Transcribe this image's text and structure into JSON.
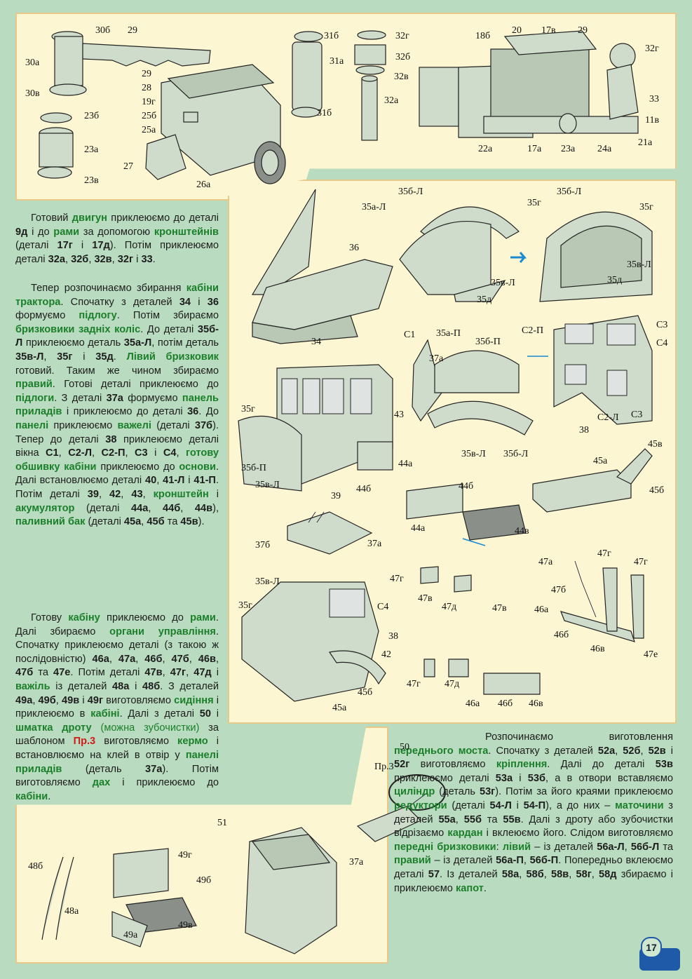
{
  "page_number": "17",
  "text_blocks": {
    "engine": [
      {
        "t": "Готовий "
      },
      {
        "k": "двигун"
      },
      {
        "t": " приклеюємо до деталі "
      },
      {
        "b": "9д"
      },
      {
        "t": " і до "
      },
      {
        "k": "рами"
      },
      {
        "t": " за допомогою "
      },
      {
        "k": "кронштейнів"
      },
      {
        "t": " (деталі "
      },
      {
        "b": "17г"
      },
      {
        "t": " і "
      },
      {
        "b": "17д"
      },
      {
        "t": "). Потім приклеюємо деталі "
      },
      {
        "b": "32а"
      },
      {
        "t": ", "
      },
      {
        "b": "32б"
      },
      {
        "t": ", "
      },
      {
        "b": "32в"
      },
      {
        "t": ", "
      },
      {
        "b": "32г"
      },
      {
        "t": " і "
      },
      {
        "b": "33"
      },
      {
        "t": "."
      }
    ],
    "cabin": [
      {
        "t": "Тепер розпочинаємо збирання "
      },
      {
        "k": "кабіни трактора"
      },
      {
        "t": ". Спочатку з деталей "
      },
      {
        "b": "34"
      },
      {
        "t": " і "
      },
      {
        "b": "36"
      },
      {
        "t": " формуємо "
      },
      {
        "k": "підлогу"
      },
      {
        "t": ". Потім збираємо "
      },
      {
        "k": "бризковики задніх коліс"
      },
      {
        "t": ". До деталі "
      },
      {
        "b": "35б-Л"
      },
      {
        "t": " приклеюємо деталь "
      },
      {
        "b": "35а-Л"
      },
      {
        "t": ", потім деталь "
      },
      {
        "b": "35в-Л"
      },
      {
        "t": ", "
      },
      {
        "b": "35г"
      },
      {
        "t": " і "
      },
      {
        "b": "35д"
      },
      {
        "t": ". "
      },
      {
        "k": "Лівий бризковик"
      },
      {
        "t": " готовий. Таким же чином збираємо "
      },
      {
        "k": "правий"
      },
      {
        "t": ". Готові деталі приклеюємо до "
      },
      {
        "k": "підлоги"
      },
      {
        "t": ". З деталі "
      },
      {
        "b": "37а"
      },
      {
        "t": " формуємо "
      },
      {
        "k": "панель приладів"
      },
      {
        "t": " і приклеюємо до деталі "
      },
      {
        "b": "36"
      },
      {
        "t": ". До "
      },
      {
        "k": "панелі"
      },
      {
        "t": " приклеюємо "
      },
      {
        "k": "важелі"
      },
      {
        "t": " (деталі "
      },
      {
        "b": "37б"
      },
      {
        "t": "). Тепер до деталі "
      },
      {
        "b": "38"
      },
      {
        "t": " приклеюємо деталі вікна "
      },
      {
        "b": "С1"
      },
      {
        "t": ", "
      },
      {
        "b": "С2-Л"
      },
      {
        "t": ", "
      },
      {
        "b": "С2-П"
      },
      {
        "t": ", "
      },
      {
        "b": "С3"
      },
      {
        "t": " і "
      },
      {
        "b": "С4"
      },
      {
        "t": ", "
      },
      {
        "k": "готову обшивку кабіни"
      },
      {
        "t": " приклеюємо до "
      },
      {
        "k": "основи"
      },
      {
        "t": ". Далі встановлюємо деталі "
      },
      {
        "b": "40"
      },
      {
        "t": ", "
      },
      {
        "b": "41-Л"
      },
      {
        "t": " і "
      },
      {
        "b": "41-П"
      },
      {
        "t": ". Потім деталі "
      },
      {
        "b": "39"
      },
      {
        "t": ", "
      },
      {
        "b": "42"
      },
      {
        "t": ", "
      },
      {
        "b": "43"
      },
      {
        "t": ", "
      },
      {
        "k": "кронштейн"
      },
      {
        "t": " і "
      },
      {
        "k": "акумулятор"
      },
      {
        "t": " (деталі "
      },
      {
        "b": "44а"
      },
      {
        "t": ", "
      },
      {
        "b": "44б"
      },
      {
        "t": ", "
      },
      {
        "b": "44в"
      },
      {
        "t": "), "
      },
      {
        "k": "паливний бак"
      },
      {
        "t": " (деталі "
      },
      {
        "b": "45а"
      },
      {
        "t": ", "
      },
      {
        "b": "45б"
      },
      {
        "t": " та "
      },
      {
        "b": "45в"
      },
      {
        "t": ")."
      }
    ],
    "controls": [
      {
        "t": "Готову "
      },
      {
        "k": "кабіну"
      },
      {
        "t": " приклеюємо до "
      },
      {
        "k": "рами"
      },
      {
        "t": ". Далі збираємо "
      },
      {
        "k": "органи управління"
      },
      {
        "t": ". Спочатку приклеюємо деталі (з такою ж послідовністю) "
      },
      {
        "b": "46а"
      },
      {
        "t": ", "
      },
      {
        "b": "47а"
      },
      {
        "t": ", "
      },
      {
        "b": "46б"
      },
      {
        "t": ", "
      },
      {
        "b": "47б"
      },
      {
        "t": ", "
      },
      {
        "b": "46в"
      },
      {
        "t": ", "
      },
      {
        "b": "47б"
      },
      {
        "t": " та "
      },
      {
        "b": "47е"
      },
      {
        "t": ". Потім деталі "
      },
      {
        "b": "47в"
      },
      {
        "t": ", "
      },
      {
        "b": "47г"
      },
      {
        "t": ", "
      },
      {
        "b": "47д"
      },
      {
        "t": " і "
      },
      {
        "k": "важіль"
      },
      {
        "t": " із деталей "
      },
      {
        "b": "48а"
      },
      {
        "t": " і "
      },
      {
        "b": "48б"
      },
      {
        "t": ". З деталей "
      },
      {
        "b": "49а"
      },
      {
        "t": ", "
      },
      {
        "b": "49б"
      },
      {
        "t": ", "
      },
      {
        "b": "49в"
      },
      {
        "t": " і "
      },
      {
        "b": "49г"
      },
      {
        "t": " виготовляємо "
      },
      {
        "k": "сидіння"
      },
      {
        "t": " і приклеюємо в "
      },
      {
        "k": "кабіні"
      },
      {
        "t": ". Далі з деталі "
      },
      {
        "b": "50"
      },
      {
        "t": " і "
      },
      {
        "k": "шматка дроту"
      },
      {
        "g": " (можна зубочистки)"
      },
      {
        "t": " за шаблоном "
      },
      {
        "r": "Пр.3"
      },
      {
        "t": " виготовляємо "
      },
      {
        "k": "кермо"
      },
      {
        "t": " і встановлюємо на клей в отвір у "
      },
      {
        "k": "панелі приладів"
      },
      {
        "t": " (деталь "
      },
      {
        "b": "37а"
      },
      {
        "t": "). Потім виготовляємо "
      },
      {
        "k": "дах"
      },
      {
        "t": " і приклеюємо до "
      },
      {
        "k": "кабіни"
      },
      {
        "t": "."
      }
    ],
    "front_axle": [
      {
        "t": "Розпочинаємо виготовлення "
      },
      {
        "k": "переднього моста"
      },
      {
        "t": ". Спочатку з деталей "
      },
      {
        "b": "52а"
      },
      {
        "t": ", "
      },
      {
        "b": "52б"
      },
      {
        "t": ", "
      },
      {
        "b": "52в"
      },
      {
        "t": " і "
      },
      {
        "b": "52г"
      },
      {
        "t": " виготовляємо "
      },
      {
        "k": "кріплення"
      },
      {
        "t": ". Далі до деталі "
      },
      {
        "b": "53в"
      },
      {
        "t": " приклеюємо деталі "
      },
      {
        "b": "53а"
      },
      {
        "t": " і "
      },
      {
        "b": "53б"
      },
      {
        "t": ", а в отвори вставляємо "
      },
      {
        "k": "циліндр"
      },
      {
        "t": " (деталь "
      },
      {
        "b": "53г"
      },
      {
        "t": "). Потім за його краями приклеюємо "
      },
      {
        "k": "редуктори"
      },
      {
        "t": " (деталі "
      },
      {
        "b": "54-Л"
      },
      {
        "t": " і "
      },
      {
        "b": "54-П"
      },
      {
        "t": "), а до них – "
      },
      {
        "k": "маточини"
      },
      {
        "t": " з деталей "
      },
      {
        "b": "55а"
      },
      {
        "t": ", "
      },
      {
        "b": "55б"
      },
      {
        "t": " та "
      },
      {
        "b": "55в"
      },
      {
        "t": ". Далі з дроту або зубочистки відрізаємо "
      },
      {
        "k": "кардан"
      },
      {
        "t": " і вклеюємо його. Слідом виготовляємо "
      },
      {
        "k": "передні бризковики"
      },
      {
        "t": ": "
      },
      {
        "k": "лівий"
      },
      {
        "t": " – із деталей "
      },
      {
        "b": "56а-Л"
      },
      {
        "t": ", "
      },
      {
        "b": "56б-Л"
      },
      {
        "t": " та "
      },
      {
        "k": "правий"
      },
      {
        "t": " – із деталей "
      },
      {
        "b": "56а-П"
      },
      {
        "t": ", "
      },
      {
        "b": "56б-П"
      },
      {
        "t": ". Попередньо вклеюємо деталі "
      },
      {
        "b": "57"
      },
      {
        "t": ". Із деталей "
      },
      {
        "b": "58а"
      },
      {
        "t": ", "
      },
      {
        "b": "58б"
      },
      {
        "t": ", "
      },
      {
        "b": "58в"
      },
      {
        "t": ", "
      },
      {
        "b": "58г"
      },
      {
        "t": ", "
      },
      {
        "b": "58д"
      },
      {
        "t": " збираємо і приклеюємо "
      },
      {
        "k": "капот"
      },
      {
        "t": "."
      }
    ]
  },
  "labels": {
    "top": [
      "30б",
      "29",
      "30а",
      "30в",
      "23б",
      "23а",
      "23в",
      "29",
      "28",
      "19г",
      "25б",
      "25а",
      "27",
      "26а",
      "31б",
      "31а",
      "31б",
      "32г",
      "32б",
      "32в",
      "32а",
      "18б",
      "20",
      "17в",
      "29",
      "32г",
      "33",
      "11в",
      "21а",
      "22а",
      "17а",
      "23а",
      "24а"
    ],
    "mid": [
      "35б-Л",
      "35а-Л",
      "35г",
      "36",
      "34",
      "35в-Л",
      "35д",
      "35б-Л",
      "35г",
      "35в-Л",
      "35д",
      "С1",
      "35а-П",
      "35б-П",
      "37а",
      "С2-П",
      "С3",
      "С4",
      "С2-Л",
      "С3",
      "38",
      "35г",
      "43",
      "44а",
      "35б-П",
      "35в-Л",
      "39",
      "44б",
      "35в-Л",
      "35б-Л",
      "45в",
      "45а",
      "45б",
      "44б",
      "44а",
      "44в",
      "37б",
      "37а",
      "35в-Л",
      "35г",
      "С4",
      "38",
      "42",
      "45б",
      "45а",
      "47г",
      "47в",
      "47д",
      "47в",
      "47а",
      "47г",
      "47г",
      "47б",
      "46а",
      "46б",
      "46в",
      "47е",
      "47г",
      "47д",
      "46а",
      "46б",
      "46в"
    ],
    "bottom": [
      "50",
      "Пр.3",
      "37а",
      "51",
      "48б",
      "48а",
      "49г",
      "49б",
      "49в",
      "49а"
    ]
  }
}
